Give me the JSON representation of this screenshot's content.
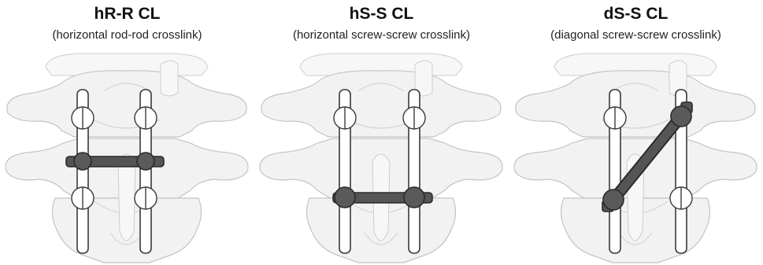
{
  "panels": [
    {
      "title": "hR-R CL",
      "subtitle": "(horizontal rod-rod crosslink)"
    },
    {
      "title": "hS-S CL",
      "subtitle": "(horizontal screw-screw crosslink)"
    },
    {
      "title": "dS-S CL",
      "subtitle": "(diagonal screw-screw crosslink)"
    }
  ]
}
